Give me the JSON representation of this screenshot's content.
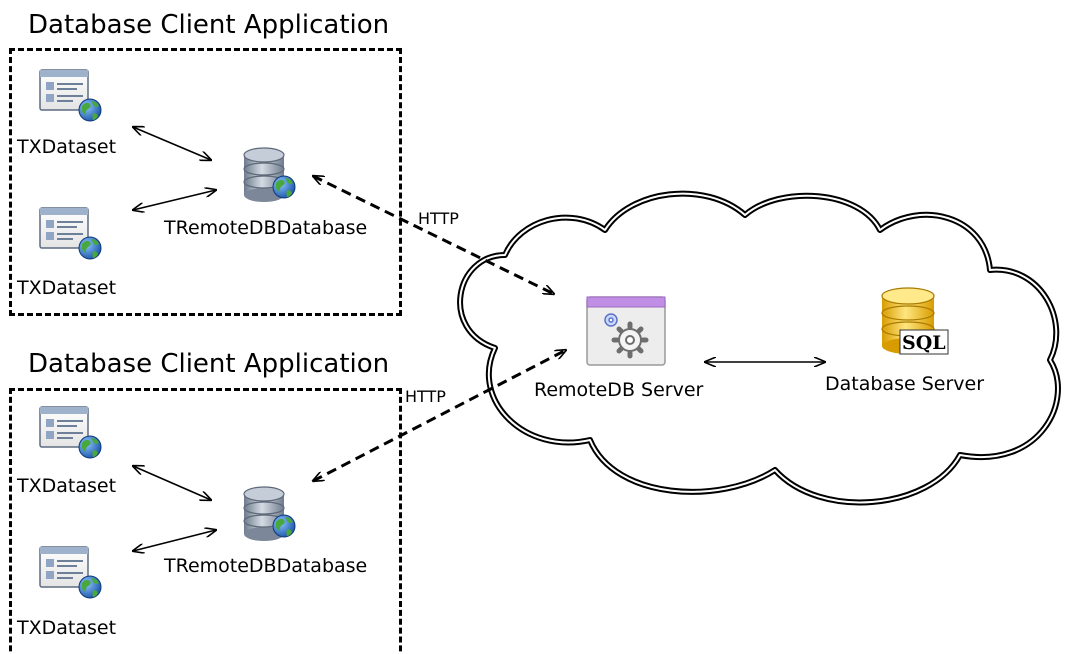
{
  "groups": [
    {
      "title": "Database Client Application",
      "datasets": [
        "TXDataset",
        "TXDataset"
      ],
      "database": "TRemoteDBDatabase",
      "protocol": "HTTP"
    },
    {
      "title": "Database Client Application",
      "datasets": [
        "TXDataset",
        "TXDataset"
      ],
      "database": "TRemoteDBDatabase",
      "protocol": "HTTP"
    }
  ],
  "cloud": {
    "server": "RemoteDB Server",
    "database_server": "Database Server",
    "sql_badge": "SQL"
  },
  "colors": {
    "globe_blue": "#2a6fc0",
    "globe_green": "#48a83a",
    "db_gray": "#8e9aaa",
    "server_purple": "#b98adb",
    "db_gold": "#f3c316"
  }
}
